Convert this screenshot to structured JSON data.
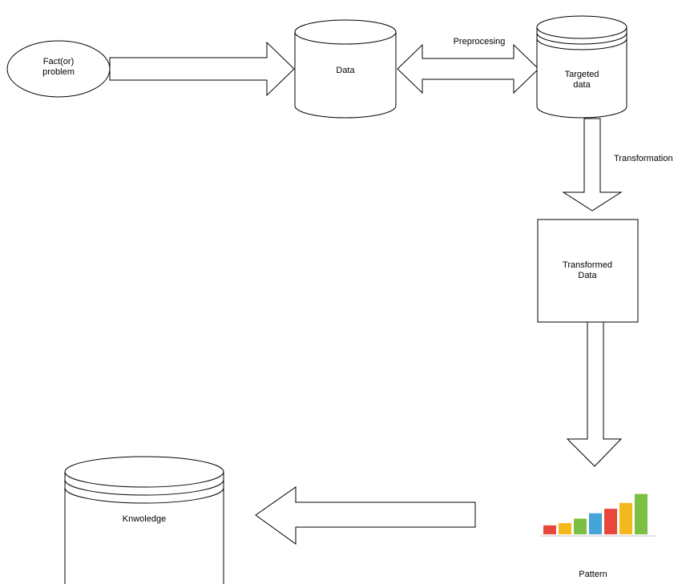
{
  "diagram": {
    "nodes": {
      "fact_problem": {
        "label": "Fact(or)\nproblem",
        "shape": "ellipse"
      },
      "data": {
        "label": "Data",
        "shape": "cylinder"
      },
      "targeted_data": {
        "label": "Targeted\ndata",
        "shape": "cylinder-double-top"
      },
      "transformed_data": {
        "label": "Transformed\nData",
        "shape": "rectangle"
      },
      "pattern": {
        "label": "Pattern",
        "shape": "bar-chart-icon",
        "bar_levels": [
          0.2,
          0.25,
          0.35,
          0.47,
          0.57,
          0.7,
          0.9
        ],
        "bar_colors": [
          "#e8483b",
          "#f5b81c",
          "#7bc043",
          "#45a5d6",
          "#e8483b",
          "#f5b81c",
          "#7bc043"
        ]
      },
      "knowledge": {
        "label": "Knwoledge",
        "shape": "cylinder-double-top"
      }
    },
    "edges": {
      "fact_to_data": {
        "label": ""
      },
      "data_targeted": {
        "label": "Preprocesing"
      },
      "targeted_to_transformed": {
        "label": "Transformation"
      },
      "transformed_to_pattern": {
        "label": ""
      },
      "pattern_to_knowledge": {
        "label": ""
      }
    },
    "colors": {
      "stroke": "#000000",
      "fill": "#ffffff"
    }
  }
}
